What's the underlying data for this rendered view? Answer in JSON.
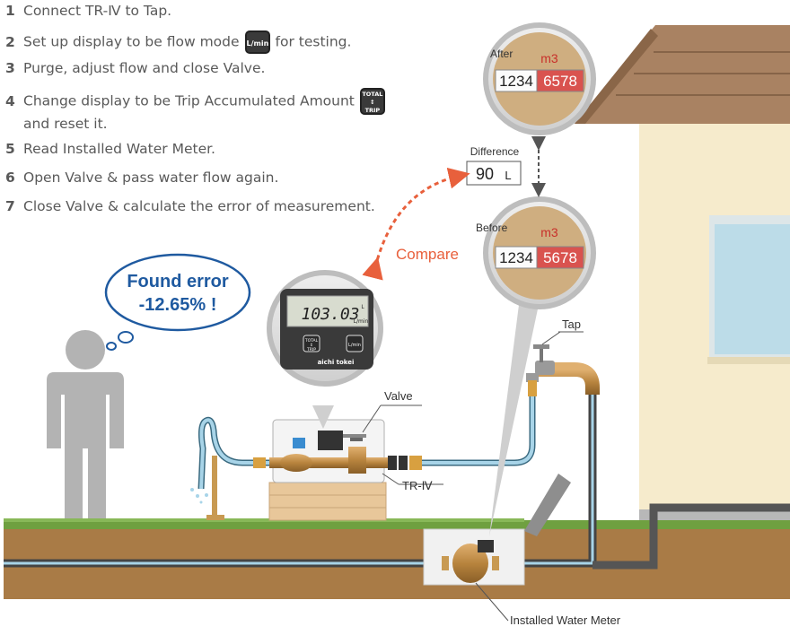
{
  "steps": [
    {
      "num": "1",
      "text": "Connect TR-Ⅳ to Tap."
    },
    {
      "num": "2",
      "text_before": "Set up display to be flow mode",
      "icon": "L/min",
      "text_after": "for testing."
    },
    {
      "num": "3",
      "text": "Purge, adjust flow and close Valve."
    },
    {
      "num": "4",
      "text_before": "Change display to be Trip Accumulated Amount",
      "icon_lines": [
        "TOTAL",
        "↕",
        "TRIP"
      ],
      "text_cont": "and reset it."
    },
    {
      "num": "5",
      "text": "Read Installed Water Meter."
    },
    {
      "num": "6",
      "text": "Open Valve & pass water flow again."
    },
    {
      "num": "7",
      "text": "Close Valve & calculate the error of measurement."
    }
  ],
  "bubble": {
    "line1": "Found error",
    "line2": "-12.65% !"
  },
  "compare_label": "Compare",
  "meters": {
    "after": {
      "label": "After",
      "unit": "m3",
      "white_digits": "1234",
      "red_digits": "6578"
    },
    "before": {
      "label": "Before",
      "unit": "m3",
      "white_digits": "1234",
      "red_digits": "5678"
    }
  },
  "difference": {
    "label": "Difference",
    "value": "90",
    "unit": "L"
  },
  "device": {
    "reading": "103.03",
    "unit_small": "L",
    "unit_flow": "L/min",
    "btn_left_lines": [
      "TOTAL",
      "↕",
      "TRIP"
    ],
    "btn_right": "L/min",
    "brand": "aichi tokei"
  },
  "labels": {
    "tap": "Tap",
    "valve": "Valve",
    "tr4": "TR-Ⅳ",
    "installed": "Installed Water Meter"
  },
  "colors": {
    "accent_orange": "#e8603c",
    "bubble_blue": "#1f5aa0",
    "ground_brown": "#a97b46",
    "grass": "#6fa040",
    "pipe_water": "#a8d4e8",
    "meter_red": "#d9534f",
    "house_wall": "#f6ebcc",
    "roof": "#a98262"
  }
}
